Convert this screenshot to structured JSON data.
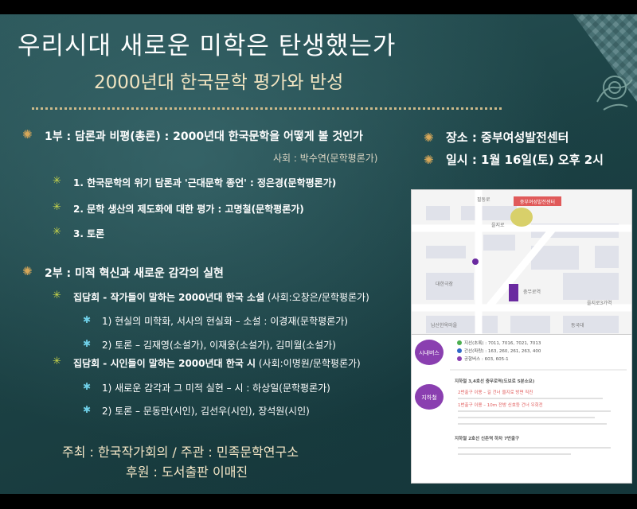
{
  "header": {
    "title": "우리시대 새로운 미학은 탄생했는가",
    "subtitle": "2000년대 한국문학 평가와 반성"
  },
  "part1": {
    "heading": "1부 : 담론과 비평(총론) : 2000년대 한국문학을 어떻게 볼 것인가",
    "moderator": "사회 : 박수연(문학평론가)",
    "items": [
      "1. 한국문학의 위기 담론과 '근대문학 종언' : 정은경(문학평론가)",
      "2. 문학 생산의 제도화에 대한 평가 : 고명철(문학평론가)",
      "3. 토론"
    ]
  },
  "part2": {
    "heading": "2부 : 미적 혁신과 새로운 감각의 실현",
    "session1": {
      "title_bold": "집담회 - 작가들이 말하는 2000년대 한국 소설",
      "title_rest": " (사회:오창은/문학평론가)",
      "items": [
        "1) 현실의 미학화, 서사의 현실화 – 소설 : 이경재(문학평론가)",
        "2) 토론 – 김재영(소설가), 이재웅(소설가), 김미월(소설가)"
      ]
    },
    "session2": {
      "title_bold": "집담회 - 시인들이 말하는 2000년대 한국 시",
      "title_rest": " (사회:이명원/문학평론가)",
      "items": [
        "1) 새로운 감각과 그 미적 실현 – 시 : 하상일(문학평론가)",
        "2) 토론 – 문동만(시인), 김선우(시인), 장석원(시인)"
      ]
    }
  },
  "footer": {
    "line1": "주최 : 한국작가회의 / 주관 : 민족문학연구소",
    "line2": "후원 : 도서출판 이매진"
  },
  "event": {
    "venue": "장소 : 중부여성발전센터",
    "date": "일시 : 1월 16일(토) 오후 2시"
  },
  "map": {
    "venue_tag": "중부여성발전센터",
    "labels": [
      "필동로",
      "을지로",
      "충무로역",
      "대한극장",
      "을지로3가역",
      "남산한옥마을",
      "동국대"
    ]
  },
  "guide": {
    "bus_label": "시내버스",
    "subway_label": "지하철",
    "bus_lines": [
      "지선(초록) : 7011, 7016, 7021, 7013",
      "간선(파랑) : 163, 260, 261, 263, 400",
      "공항버스 : 603, 605-1"
    ],
    "subway_lines": [
      "지하철 3,4호선 충무로역(도보로 5분소요)",
      "2번출구 이용 – 길 건너 을지로 방면 직진",
      "1번출구 이용 – 10m 전방 신호등 건너 우회전",
      "지하철 2호선 신촌역 하차 7번출구"
    ]
  }
}
